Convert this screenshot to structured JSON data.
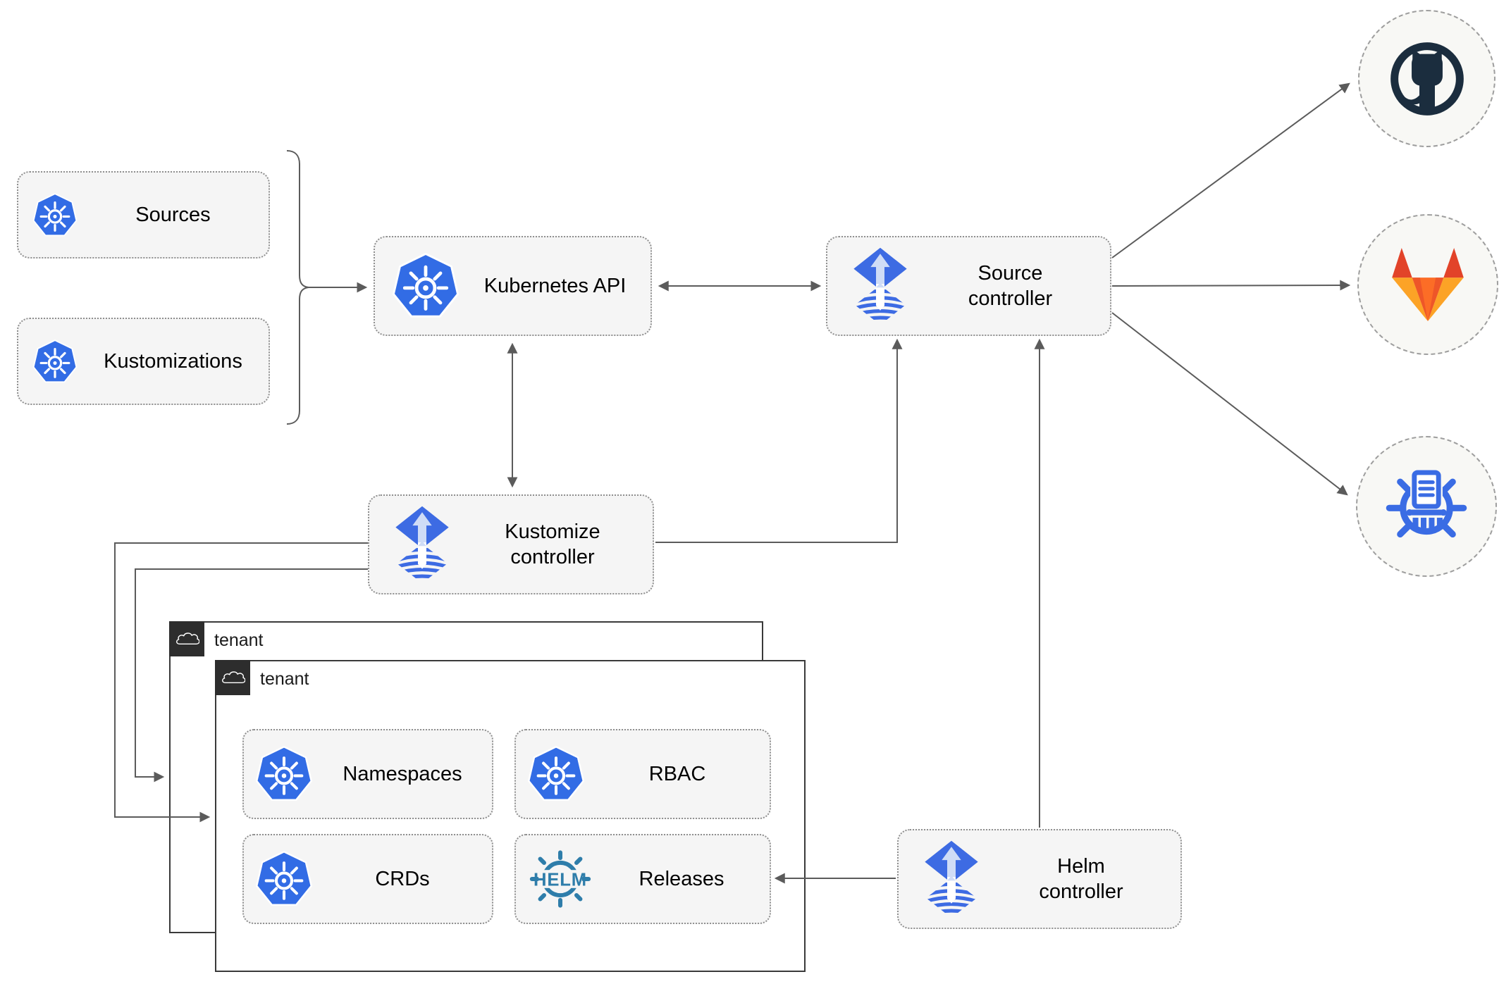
{
  "nodes": {
    "sources": {
      "label": "Sources",
      "icon": "kubernetes"
    },
    "kustomizations": {
      "label": "Kustomizations",
      "icon": "kubernetes"
    },
    "kubernetes_api": {
      "label": "Kubernetes API",
      "icon": "kubernetes"
    },
    "source_controller": {
      "label": "Source controller",
      "icon": "flux"
    },
    "kustomize_controller": {
      "label": "Kustomize controller",
      "icon": "flux"
    },
    "helm_controller": {
      "label": "Helm controller",
      "icon": "flux"
    },
    "tenant_back": {
      "label": "tenant",
      "icon": "cloud"
    },
    "tenant_front": {
      "label": "tenant",
      "icon": "cloud"
    },
    "namespaces": {
      "label": "Namespaces",
      "icon": "kubernetes"
    },
    "rbac": {
      "label": "RBAC",
      "icon": "kubernetes"
    },
    "crds": {
      "label": "CRDs",
      "icon": "kubernetes"
    },
    "releases": {
      "label": "Releases",
      "icon": "helm"
    }
  },
  "icon_text": {
    "helm": "HELM"
  },
  "remotes": [
    {
      "name": "github",
      "icon": "github-logo"
    },
    {
      "name": "gitlab",
      "icon": "gitlab-logo"
    },
    {
      "name": "helm-repository",
      "icon": "chartmuseum-logo"
    }
  ],
  "edges": [
    {
      "from": "sources/kustomizations",
      "to": "kubernetes_api",
      "type": "arrow"
    },
    {
      "from": "kubernetes_api",
      "to": "source_controller",
      "type": "double-arrow"
    },
    {
      "from": "kubernetes_api",
      "to": "kustomize_controller",
      "type": "double-arrow"
    },
    {
      "from": "kustomize_controller",
      "to": "source_controller",
      "type": "arrow"
    },
    {
      "from": "helm_controller",
      "to": "source_controller",
      "type": "arrow"
    },
    {
      "from": "source_controller",
      "to": "github",
      "type": "arrow"
    },
    {
      "from": "source_controller",
      "to": "gitlab",
      "type": "arrow"
    },
    {
      "from": "source_controller",
      "to": "helm-repository",
      "type": "arrow"
    },
    {
      "from": "kustomize_controller",
      "to": "tenant_front",
      "type": "arrow"
    },
    {
      "from": "kustomize_controller",
      "to": "tenant_back",
      "type": "arrow"
    },
    {
      "from": "helm_controller",
      "to": "releases",
      "type": "arrow"
    }
  ],
  "colors": {
    "kubernetes_blue": "#326ce5",
    "flux_blue": "#3d6be3",
    "flux_arrow_light": "#cfdcf6",
    "helm_teal": "#2e7daa",
    "github_dark": "#1b2d3e",
    "gitlab_red": "#e24329",
    "gitlab_orange": "#fc6d26",
    "gitlab_amber": "#fca326",
    "chartmuseum_blue": "#3a6ce4",
    "line_gray": "#5b5b5b",
    "node_fill": "#f5f5f5",
    "node_border": "#8f8f8f",
    "circle_fill": "#f8f8f5",
    "circle_border": "#9e9e9e",
    "tenant_border": "#3a3a3a",
    "tenant_tab_bg": "#2d2d2d"
  }
}
